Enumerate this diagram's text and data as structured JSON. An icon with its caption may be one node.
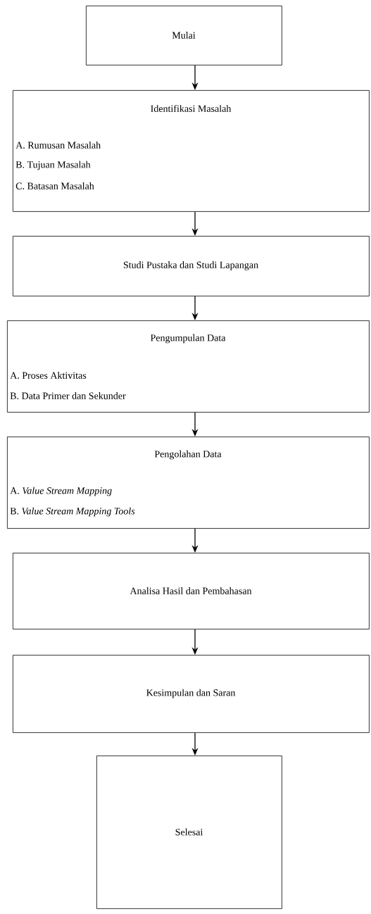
{
  "diagram": {
    "nodes": [
      {
        "text": [
          "Mulai"
        ]
      },
      {
        "text": [
          "Identifikasi Masalah",
          "A. Rumusan Masalah",
          "B. Tujuan Masalah",
          "C. Batasan Masalah"
        ]
      },
      {
        "text": [
          "Studi Pustaka dan Studi Lapangan"
        ]
      },
      {
        "text": [
          "Pengumpulan Data",
          "A. Proses Aktivitas",
          "B. Data Primer dan Sekunder"
        ]
      },
      {
        "text": [
          "Pengolahan Data",
          "A. *Value Stream Mapping*",
          "B. *Value Stream Mapping Tools*"
        ]
      },
      {
        "text": [
          "Analisa Hasil dan Pembahasan"
        ]
      },
      {
        "text": [
          "Kesimpulan dan Saran"
        ]
      },
      {
        "text": [
          "Selesai"
        ]
      }
    ],
    "edges": [
      {
        "from": 0,
        "to": 1,
        "arrow": "to"
      },
      {
        "from": 1,
        "to": 2,
        "arrow": "to"
      },
      {
        "from": 2,
        "to": 3,
        "arrow": "to"
      },
      {
        "from": 3,
        "to": 4,
        "arrow": "to"
      },
      {
        "from": 4,
        "to": 5,
        "arrow": "to"
      },
      {
        "from": 5,
        "to": 6,
        "arrow": "to"
      },
      {
        "from": 6,
        "to": 7,
        "arrow": "to"
      }
    ]
  }
}
